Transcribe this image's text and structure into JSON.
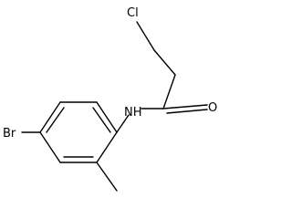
{
  "atoms": {
    "cl": "Cl",
    "o": "O",
    "nh": "NH",
    "br": "Br"
  }
}
